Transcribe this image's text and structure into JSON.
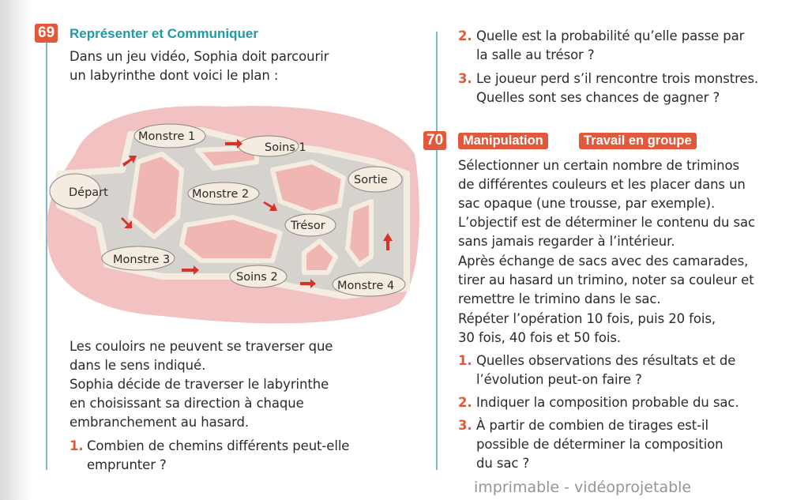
{
  "ex69": {
    "number": "69",
    "title": "Représenter et Communiquer",
    "intro": [
      "Dans un jeu vidéo, Sophia doit parcourir",
      "un labyrinthe dont voici le plan :"
    ],
    "maze_labels": {
      "monstre1": "Monstre 1",
      "soins1": "Soins 1",
      "sortie": "Sortie",
      "depart": "Départ",
      "monstre2": "Monstre 2",
      "tresor": "Trésor",
      "monstre3": "Monstre 3",
      "soins2": "Soins 2",
      "monstre4": "Monstre 4"
    },
    "text": [
      "Les couloirs ne peuvent se traverser que",
      "dans le sens indiqué.",
      "Sophia décide de traverser le labyrinthe",
      "en choisissant sa direction à chaque",
      "embranchement au hasard."
    ],
    "q1": {
      "n": "1.",
      "lines": [
        "Combien de chemins différents peut-elle",
        "emprunter ?"
      ]
    },
    "q2": {
      "n": "2.",
      "lines": [
        "Quelle est la probabilité qu’elle passe par",
        "la salle au trésor ?"
      ]
    },
    "q3": {
      "n": "3.",
      "lines": [
        "Le joueur perd s’il rencontre trois monstres.",
        "Quelles sont ses chances de gagner ?"
      ]
    }
  },
  "ex70": {
    "number": "70",
    "tags": [
      "Manipulation",
      "Travail en groupe"
    ],
    "text": [
      "Sélectionner un certain nombre de triminos",
      "de différentes couleurs et les placer dans un",
      "sac opaque (une trousse, par exemple).",
      "L’objectif est de déterminer le contenu du sac",
      "sans jamais regarder à l’intérieur.",
      "Après échange de sacs avec des camarades,",
      "tirer au hasard un trimino, noter sa couleur et",
      "remettre le trimino dans le sac.",
      "Répéter l’opération 10 fois, puis 20 fois,",
      "30 fois, 40 fois et 50 fois."
    ],
    "q1": {
      "n": "1.",
      "lines": [
        "Quelles observations des résultats et de",
        "l’évolution peut-on faire ?"
      ]
    },
    "q2": {
      "n": "2.",
      "lines": [
        "Indiquer la composition probable du sac."
      ]
    },
    "q3": {
      "n": "3.",
      "lines": [
        "À partir de combien de tirages est-il",
        "possible de déterminer la composition",
        "du sac ?"
      ]
    }
  },
  "watermark": "imprimable - vidéoprojetable",
  "colors": {
    "accent": "#e2583a",
    "title": "#1e9aa5",
    "rule": "#7fb8c9"
  }
}
